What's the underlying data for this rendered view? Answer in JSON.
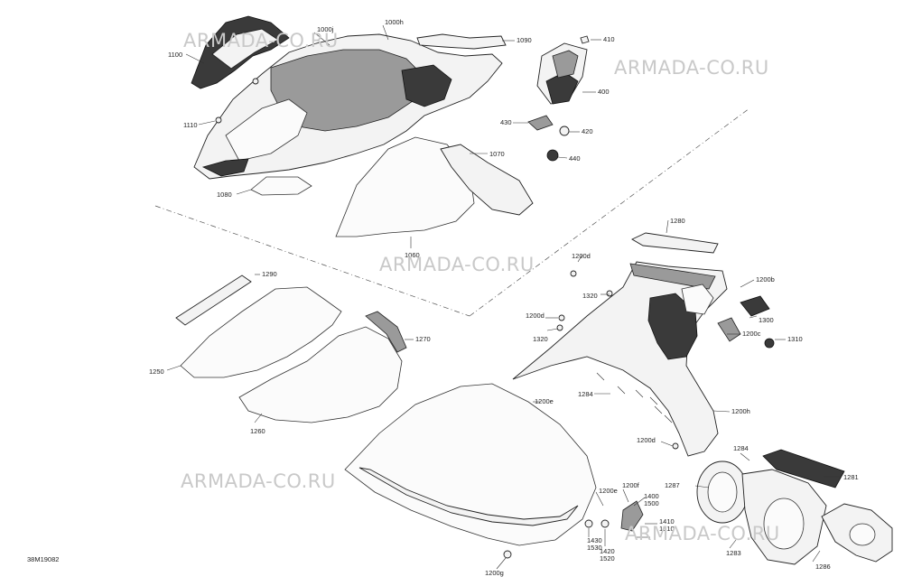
{
  "watermark": "ARMADA-CO.RU",
  "reference": "38M19082",
  "callouts": [
    "1100",
    "1000j",
    "1000h",
    "1090",
    "410",
    "400",
    "430",
    "420",
    "440",
    "1110",
    "1070",
    "1080",
    "1060",
    "1280",
    "1200d",
    "1200b",
    "1320",
    "1290",
    "1200d",
    "1300",
    "1320",
    "1200c",
    "1310",
    "1270",
    "1250",
    "1284",
    "1200e",
    "1200h",
    "1260",
    "1200d",
    "1284",
    "1281",
    "1287",
    "1200e",
    "1200f",
    "1400",
    "1500",
    "1410",
    "1510",
    "1430",
    "1530",
    "1420",
    "1520",
    "1283",
    "1286",
    "1200g"
  ]
}
